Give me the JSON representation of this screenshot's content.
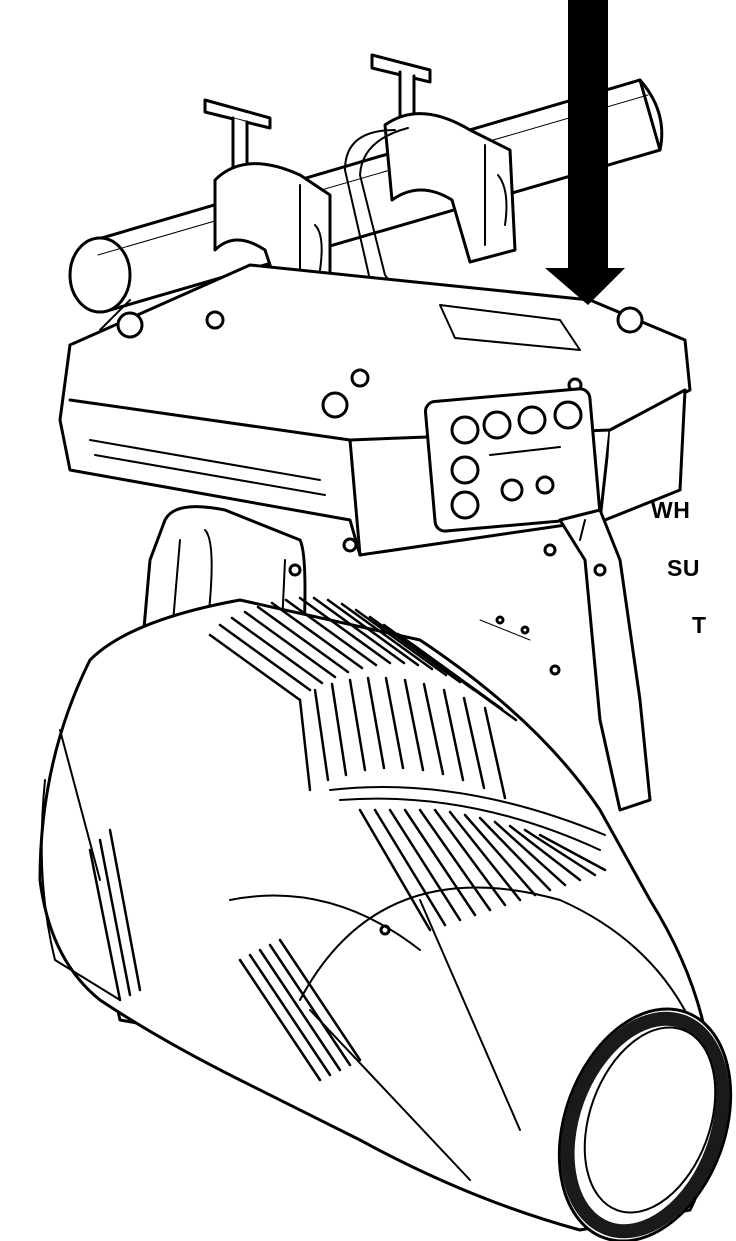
{
  "side_text": {
    "line1": "WH",
    "line2": "SU",
    "line3": "T"
  },
  "colors": {
    "ink": "#000000",
    "paper": "#ffffff",
    "lens_ring": "#1a1a1a"
  },
  "icons": {
    "arrow": "down-arrow-icon"
  }
}
